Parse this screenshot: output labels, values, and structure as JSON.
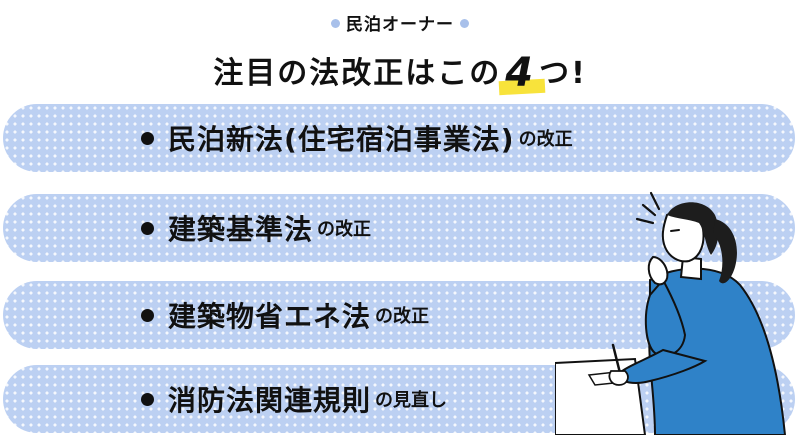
{
  "header": {
    "subtitle": "民泊オーナー",
    "title_before": "注目の法改正はこの",
    "title_number": "4",
    "title_after": "つ!"
  },
  "items": [
    {
      "main": "民泊新法(住宅宿泊事業法)",
      "suffix": "の改正"
    },
    {
      "main": "建築基準法",
      "suffix": "の改正"
    },
    {
      "main": "建築物省エネ法",
      "suffix": "の改正"
    },
    {
      "main": "消防法関連規則",
      "suffix": "の見直し"
    }
  ],
  "colors": {
    "bar": "#bcd0f2",
    "highlight": "#f8e33b",
    "hoodie": "#2f82c8",
    "text": "#111111"
  },
  "illustration": "woman-thinking-at-desk"
}
